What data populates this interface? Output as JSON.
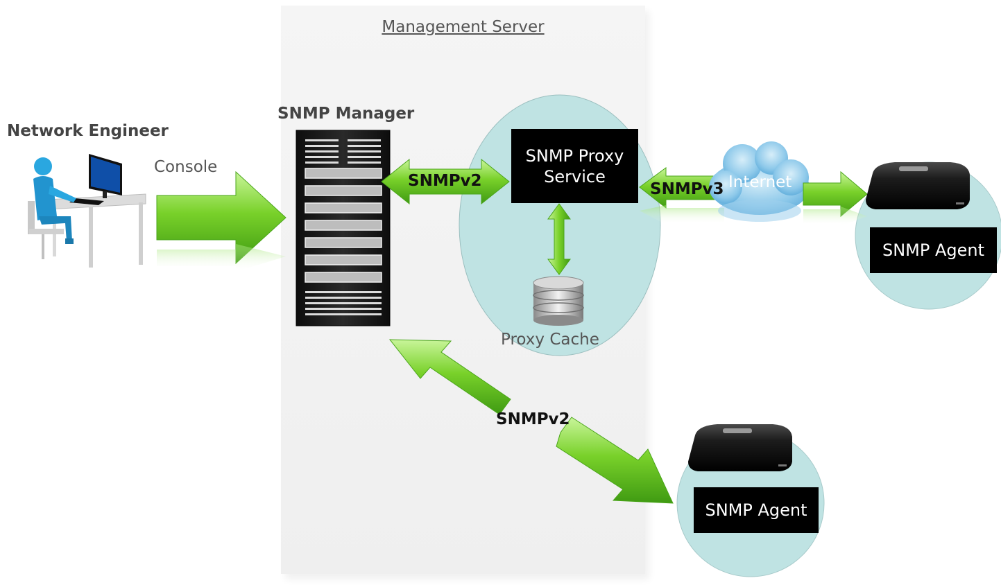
{
  "management_server": {
    "title": "Management Server"
  },
  "network_engineer": {
    "label": "Network Engineer",
    "icon": "person-at-desk-icon"
  },
  "console": {
    "label": "Console"
  },
  "snmp_manager": {
    "label": "SNMP Manager",
    "icon": "server-rack-icon"
  },
  "proxy_service": {
    "label": "SNMP Proxy Service"
  },
  "proxy_cache": {
    "label": "Proxy Cache",
    "icon": "database-icon"
  },
  "internet": {
    "label": "Internet",
    "icon": "cloud-icon"
  },
  "links": {
    "manager_proxy": "SNMPv2",
    "proxy_internet": "SNMPv3",
    "manager_agent": "SNMPv2"
  },
  "agents": [
    {
      "label": "SNMP Agent",
      "icon": "network-device-icon"
    },
    {
      "label": "SNMP Agent",
      "icon": "network-device-icon"
    }
  ],
  "colors": {
    "arrow_green": "#7ed321",
    "ellipse_fill": "#bfe3e3",
    "panel_gray": "#f2f2f2",
    "person_blue": "#2aa7e0"
  }
}
